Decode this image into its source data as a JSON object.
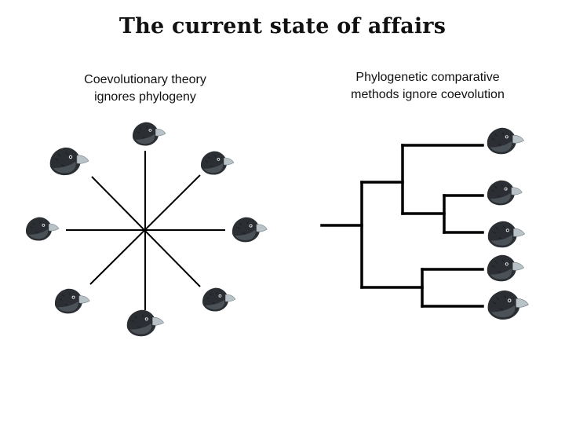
{
  "slide": {
    "title": "The current state of affairs"
  },
  "left_panel": {
    "caption_line1": "Coevolutionary theory",
    "caption_line2": "ignores phylogeny",
    "icon": "finch-head-icon"
  },
  "right_panel": {
    "caption_line1": "Phylogenetic comparative",
    "caption_line2": "methods ignore coevolution",
    "icon": "finch-head-icon"
  },
  "colors": {
    "line": "#000000",
    "bird_dark": "#2b2f33",
    "bird_mid": "#4a5258",
    "beak": "#b9c2c6"
  }
}
